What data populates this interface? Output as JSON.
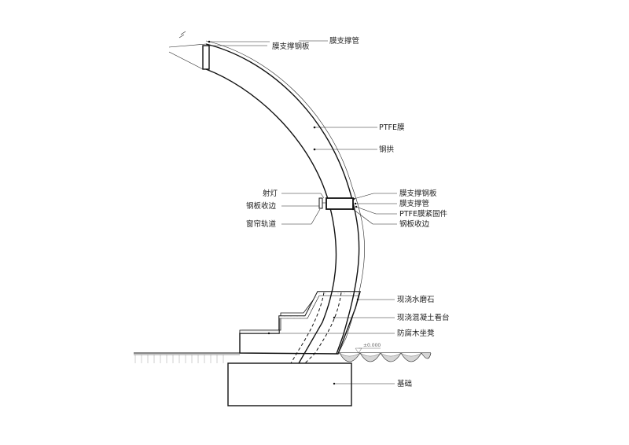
{
  "labels": {
    "membrane_support_plate_top": "膜支撑钢板",
    "membrane_support_tube_top": "膜支撑管",
    "ptfe_membrane": "PTFE膜",
    "steel_arch": "钢拱",
    "spotlight": "射灯",
    "steel_plate_edge_left": "钢板收边",
    "curtain_track": "窗帘轨道",
    "membrane_support_plate_mid": "膜支撑钢板",
    "membrane_support_tube_mid": "膜支撑管",
    "ptfe_fastener": "PTFE膜紧固件",
    "steel_plate_edge_right": "钢板收边",
    "terrazzo": "现浇水磨石",
    "concrete_stand": "现浇混凝土看台",
    "wood_bench": "防腐木坐凳",
    "foundation": "基础",
    "elevation": "±0.000"
  },
  "colors": {
    "line": "#111111",
    "hatch": "#9a9a9a",
    "background": "#ffffff"
  }
}
